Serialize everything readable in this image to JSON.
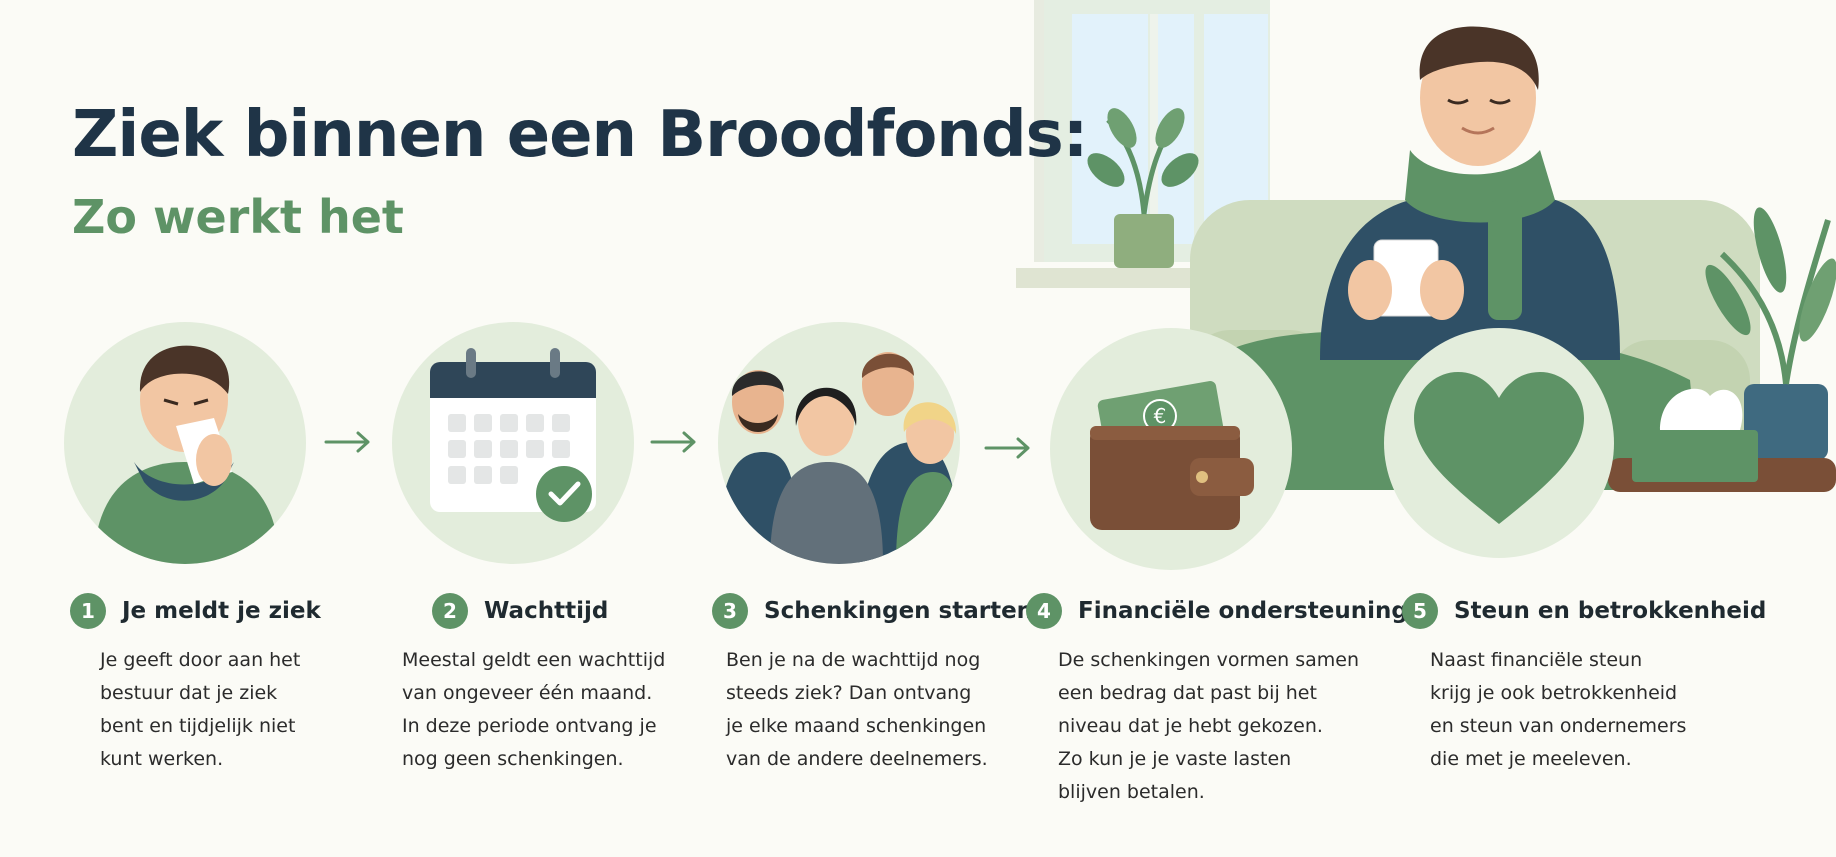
{
  "header": {
    "title": "Ziek binnen een Broodfonds:",
    "subtitle": "Zo werkt het"
  },
  "steps": [
    {
      "number": "1",
      "title": "Je meldt je ziek",
      "icon": "sneezing-person-icon",
      "lines": [
        "Je geeft door aan het",
        "bestuur dat je ziek",
        "bent en tijdjelijk niet",
        "kunt werken."
      ]
    },
    {
      "number": "2",
      "title": "Wachttijd",
      "icon": "calendar-check-icon",
      "lines": [
        "Meestal geldt een wachttijd",
        "van ongeveer één maand.",
        "In deze periode ontvang je",
        "nog geen schenkingen."
      ]
    },
    {
      "number": "3",
      "title": "Schenkingen starten",
      "icon": "group-people-icon",
      "lines": [
        "Ben je na de wachttijd nog",
        "steeds ziek? Dan ontvang",
        "je elke maand schenkingen",
        "van de andere deelnemers."
      ]
    },
    {
      "number": "4",
      "title": "Financiële ondersteuning",
      "icon": "wallet-money-icon",
      "lines": [
        "De schenkingen vormen samen",
        "een bedrag dat past bij het",
        "niveau dat je hebt gekozen.",
        "Zo kun je je vaste lasten",
        "blijven betalen."
      ]
    },
    {
      "number": "5",
      "title": "Steun en betrokkenheid",
      "icon": "heart-icon",
      "lines": [
        "Naast financiële steun",
        "krijg je ook betrokkenheid",
        "en steun van ondernemers",
        "die met je meeleven."
      ]
    }
  ],
  "colors": {
    "navy": "#1f3447",
    "green": "#5e9366",
    "circle_bg": "#e3eddc",
    "background": "#fbfbf6"
  }
}
